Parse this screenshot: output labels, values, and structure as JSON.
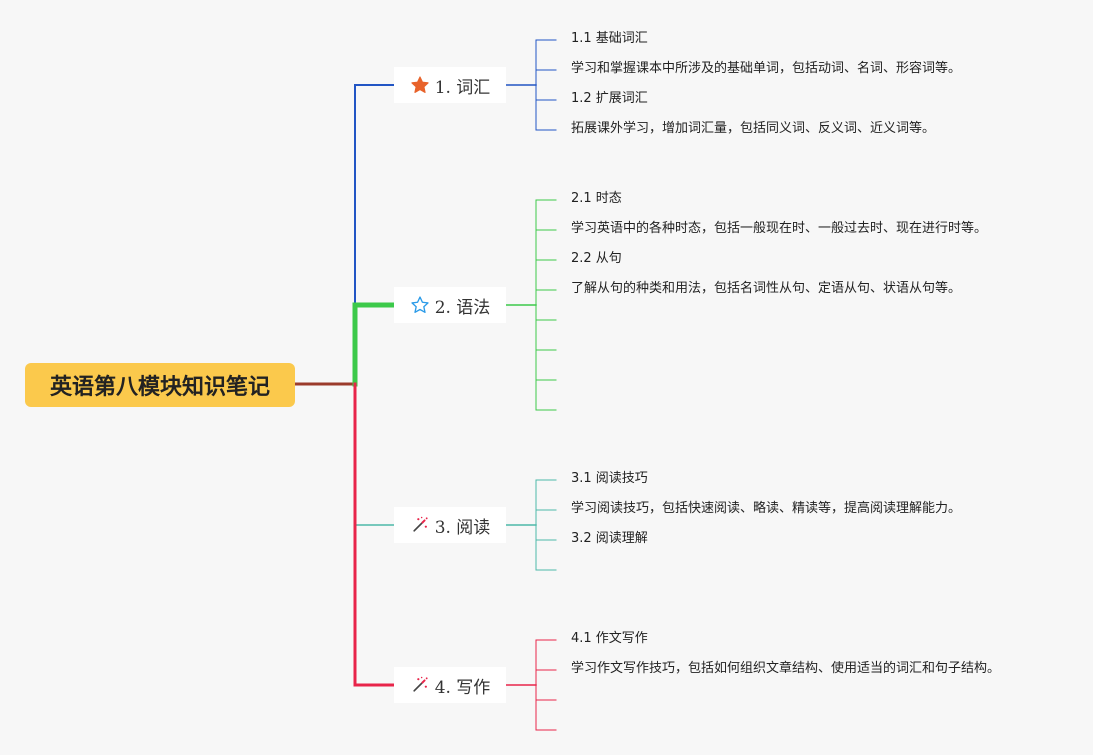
{
  "root": {
    "label": "英语第八模块知识笔记"
  },
  "branches": [
    {
      "label": "1. 词汇",
      "icon": "star-filled-icon",
      "color": "#2255c4",
      "items": [
        "1.1 基础词汇",
        "学习和掌握课本中所涉及的基础单词，包括动词、名词、形容词等。",
        "1.2 扩展词汇",
        "拓展课外学习，增加词汇量，包括同义词、反义词、近义词等。"
      ]
    },
    {
      "label": "2. 语法",
      "icon": "star-outline-icon",
      "color": "#3cc94a",
      "items": [
        "2.1 时态",
        "学习英语中的各种时态，包括一般现在时、一般过去时、现在进行时等。",
        "2.2 从句",
        "了解从句的种类和用法，包括名词性从句、定语从句、状语从句等。",
        "",
        "",
        "",
        ""
      ]
    },
    {
      "label": "3. 阅读",
      "icon": "magic-wand-icon",
      "color": "#4db8a8",
      "items": [
        "3.1 阅读技巧",
        "学习阅读技巧，包括快速阅读、略读、精读等，提高阅读理解能力。",
        "3.2 阅读理解",
        ""
      ]
    },
    {
      "label": "4. 写作",
      "icon": "magic-wand-icon",
      "color": "#e8254a",
      "items": [
        "4.1 作文写作",
        "学习作文写作技巧，包括如何组织文章结构、使用适当的词汇和句子结构。",
        "",
        ""
      ]
    }
  ],
  "colors": {
    "root_bg": "#fbc94c",
    "root_connector": "#9b3b2b",
    "icon_star_filled": "#e8632b",
    "icon_star_outline": "#2b9be8",
    "icon_wand": "#e8254a"
  }
}
